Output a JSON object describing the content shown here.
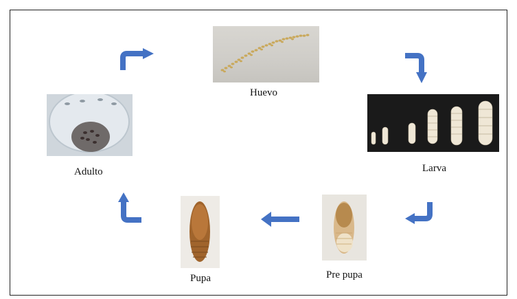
{
  "diagram": {
    "stages": {
      "huevo": {
        "label": "Huevo"
      },
      "larva": {
        "label": "Larva"
      },
      "prepupa": {
        "label": "Pre pupa"
      },
      "pupa": {
        "label": "Pupa"
      },
      "adulto": {
        "label": "Adulto"
      }
    },
    "colors": {
      "arrow": "#4472c4",
      "frame": "#222222"
    }
  }
}
